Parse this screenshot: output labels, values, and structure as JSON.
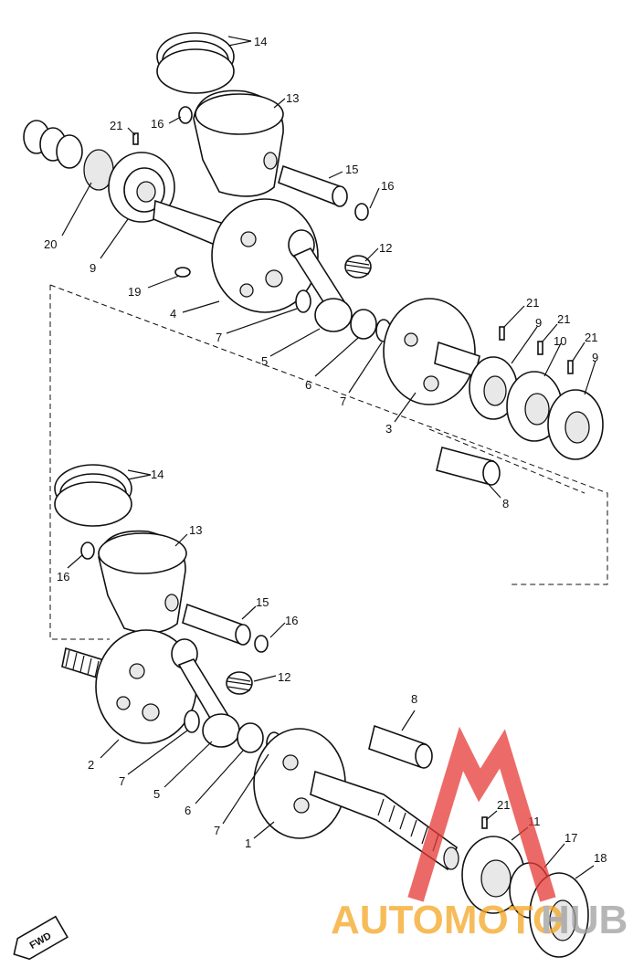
{
  "callouts": {
    "c14a": "14",
    "c13a": "13",
    "c21a": "21",
    "c16a": "16",
    "c15a": "15",
    "c16b": "16",
    "c20": "20",
    "c9a": "9",
    "c12a": "12",
    "c19": "19",
    "c4": "4",
    "c7a": "7",
    "c5a": "5",
    "c6a": "6",
    "c7b": "7",
    "c3": "3",
    "c21b": "21",
    "c9b": "9",
    "c21c": "21",
    "c10": "10",
    "c21d": "21",
    "c9c": "9",
    "c8a": "8",
    "c14b": "14",
    "c13b": "13",
    "c16c": "16",
    "c15b": "15",
    "c16d": "16",
    "c12b": "12",
    "c2": "2",
    "c7c": "7",
    "c5b": "5",
    "c6b": "6",
    "c7d": "7",
    "c8b": "8",
    "c1": "1",
    "c21e": "21",
    "c11": "11",
    "c17": "17",
    "c18": "18"
  },
  "fwd_label": "FWD",
  "watermark": {
    "part1": "AUTOMOTO",
    "part2": "HUB",
    "orange": "#f5a623",
    "red": "#e53935",
    "grey": "#9e9e9e"
  }
}
